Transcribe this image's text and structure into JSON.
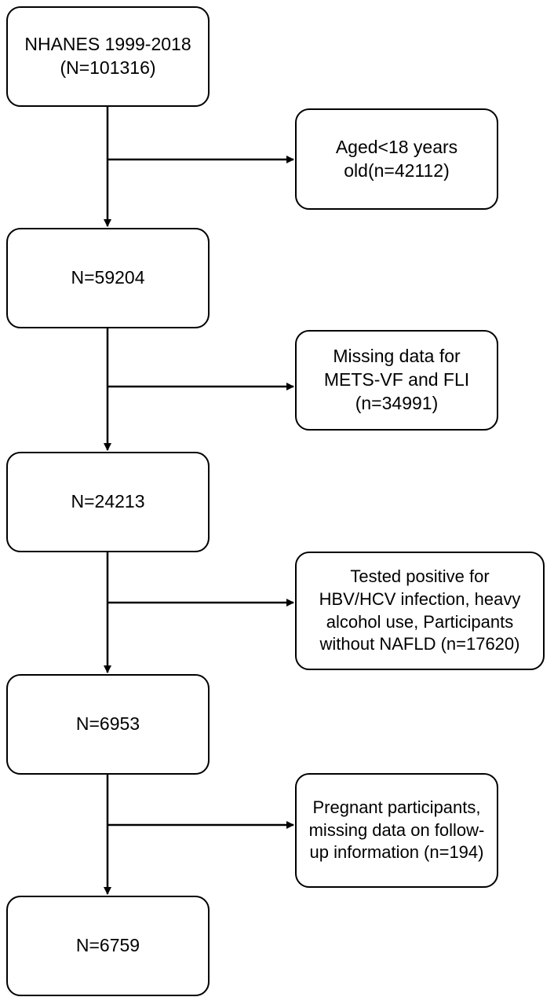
{
  "flow": {
    "main_steps": [
      {
        "label": "NHANES 1999-2018\n(N=101316)"
      },
      {
        "label": "N=59204"
      },
      {
        "label": "N=24213"
      },
      {
        "label": "N=6953"
      },
      {
        "label": "N=6759"
      }
    ],
    "exclusions": [
      {
        "label": "Aged<18 years\nold(n=42112)"
      },
      {
        "label": "Missing data for\nMETS-VF and FLI\n(n=34991)"
      },
      {
        "label": "Tested positive for\nHBV/HCV infection, heavy\nalcohol use, Participants\nwithout NAFLD (n=17620)"
      },
      {
        "label": "Pregnant participants,\nmissing data on follow-\nup information (n=194)"
      }
    ]
  },
  "colors": {
    "stroke": "#000000",
    "background": "#ffffff"
  }
}
